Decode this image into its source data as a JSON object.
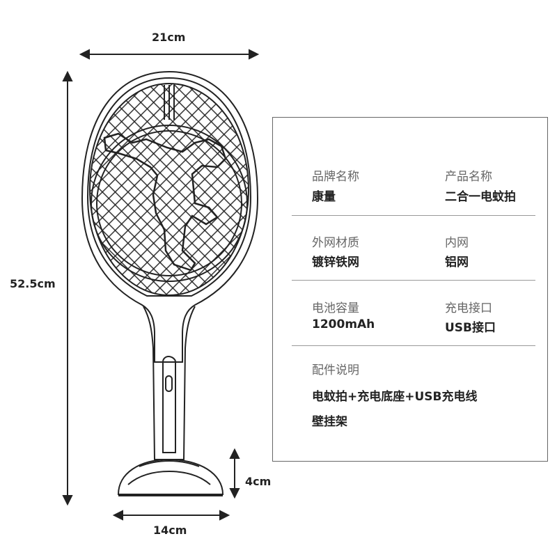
{
  "dimensions": {
    "width_top": "21cm",
    "height": "52.5cm",
    "base_height": "4cm",
    "base_width": "14cm"
  },
  "specs": {
    "brand": {
      "label": "品牌名称",
      "value": "康量"
    },
    "product": {
      "label": "产品名称",
      "value": "二合一电蚊拍"
    },
    "outer_mesh": {
      "label": "外网材质",
      "value": "镀锌铁网"
    },
    "inner_mesh": {
      "label": "内网",
      "value": "铝网"
    },
    "battery": {
      "label": "电池容量",
      "value": "1200mAh"
    },
    "charging": {
      "label": "充电接口",
      "value": "USB接口"
    },
    "accessories": {
      "label": "配件说明",
      "line1": "电蚊拍+充电底座+USB充电线",
      "line2": "壁挂架"
    }
  },
  "colors": {
    "line": "#222222",
    "border": "#666666",
    "label": "#666666"
  }
}
